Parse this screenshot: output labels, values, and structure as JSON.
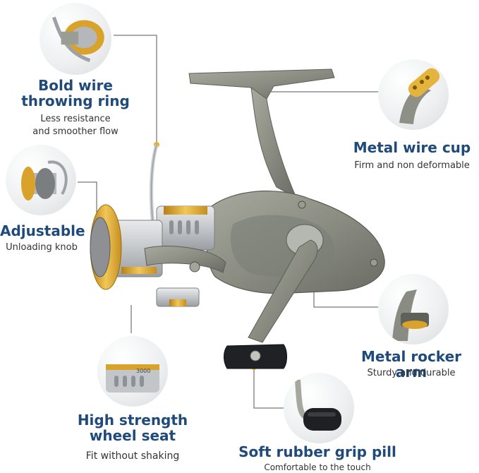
{
  "features": [
    {
      "id": "wire",
      "title_lines": [
        "Bold wire",
        "throwing ring"
      ],
      "sub_lines": [
        "Less resistance",
        "and smoother flow"
      ]
    },
    {
      "id": "cup",
      "title_lines": [
        "Metal wire cup"
      ],
      "sub_lines": [
        "Firm and non deformable"
      ]
    },
    {
      "id": "adjust",
      "title_lines": [
        "Adjustable"
      ],
      "sub_lines": [
        "Unloading knob"
      ]
    },
    {
      "id": "rocker",
      "title_lines": [
        "Metal rocker arm"
      ],
      "sub_lines": [
        "Sturdy and durable"
      ]
    },
    {
      "id": "seat",
      "title_lines": [
        "High strength",
        "wheel seat"
      ],
      "sub_lines": [
        "Fit without shaking"
      ]
    },
    {
      "id": "grip",
      "title_lines": [
        "Soft rubber grip pill"
      ],
      "sub_lines": [
        "Comfortable to the touch"
      ]
    }
  ],
  "spool_marking": "3000",
  "colors": {
    "title": "#1f4a7a",
    "gold": "#d9a22a",
    "body": "#8d8f86",
    "leader": "#555555"
  }
}
